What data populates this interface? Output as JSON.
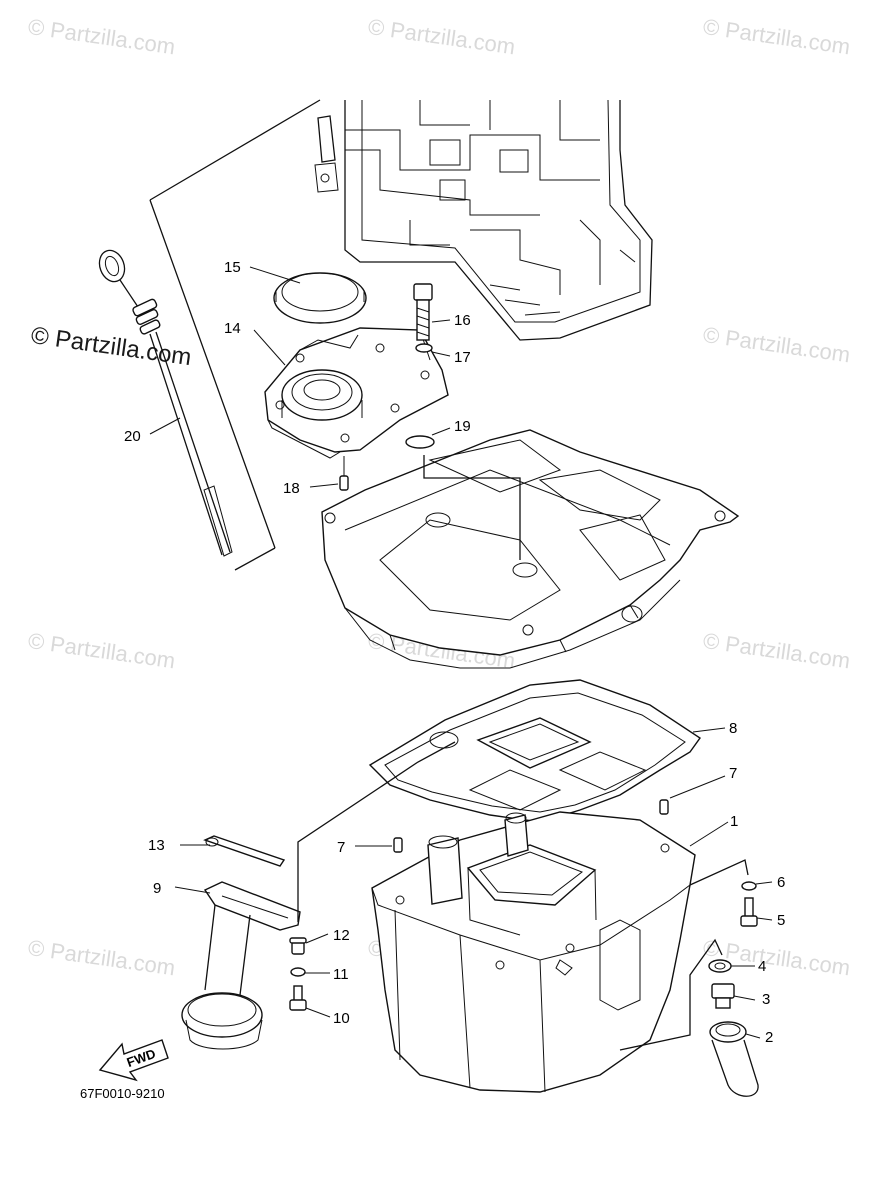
{
  "watermark": {
    "text": "© Partzilla.com"
  },
  "diagram": {
    "reference_code": "67F0010-9210",
    "direction_label": "FWD",
    "callouts": [
      "1",
      "2",
      "3",
      "4",
      "5",
      "6",
      "7",
      "7",
      "8",
      "9",
      "10",
      "11",
      "12",
      "13",
      "14",
      "15",
      "16",
      "17",
      "18",
      "19",
      "20"
    ]
  }
}
